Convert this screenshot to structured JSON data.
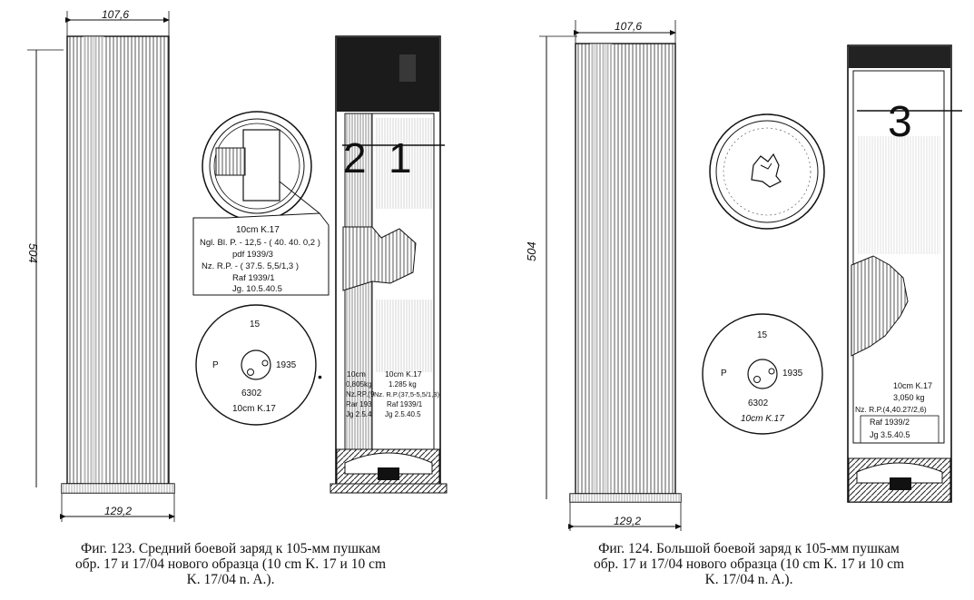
{
  "fig123": {
    "dims": {
      "width_top": "107,6",
      "width_base": "129,2",
      "height": "504"
    },
    "cap_tag": {
      "line1": "10cm K.17",
      "line2": "Ngl. Bl. P. - 12,5 - ( 40. 40. 0,2 )",
      "line3": "pdf 1939/3",
      "line4": "Nz. R.P. - ( 37.5. 5,5/1,3 )",
      "line5": "Raf 1939/1",
      "line6": "Jg. 10.5.40.5"
    },
    "disc": {
      "top": "15",
      "left": "P",
      "right": "1935",
      "code": "6302",
      "name": "10cm K.17"
    },
    "section": {
      "num_left": "2",
      "num_right": "1",
      "small_label": [
        "10cm",
        "0,805kg",
        "Nz.RP.(9",
        "Rar 193",
        "Jg 2.5.4"
      ],
      "big_label": [
        "10cm K.17",
        "1.285 kg",
        "Nz. R.P.(37,5-5,5/1,3)",
        "Raf 1939/1",
        "Jg 2.5.40.5"
      ]
    },
    "caption": {
      "line1": "Фиг. 123. Средний боевой заряд к 105-мм пушкам",
      "line2": "обр. 17 и 17/04 нового образца (10 cm K. 17 и 10 cm",
      "line3": "K. 17/04 n. A.)."
    }
  },
  "fig124": {
    "dims": {
      "width_top": "107,6",
      "width_base": "129,2",
      "height": "504"
    },
    "disc": {
      "top": "15",
      "left": "P",
      "right": "1935",
      "code": "6302",
      "name": "10cm K.17"
    },
    "section": {
      "num": "3",
      "label": [
        "10cm K.17",
        "3,050 kg",
        "Nz. R.P.(4,40.27/2,6)",
        "Raf 1939/2",
        "Jg 3.5.40.5"
      ]
    },
    "caption": {
      "line1": "Фиг. 124. Большой боевой заряд к 105-мм пушкам",
      "line2": "обр. 17 и 17/04 нового образца (10 cm K. 17 и 10 cm",
      "line3": "K. 17/04 n. A.)."
    }
  }
}
